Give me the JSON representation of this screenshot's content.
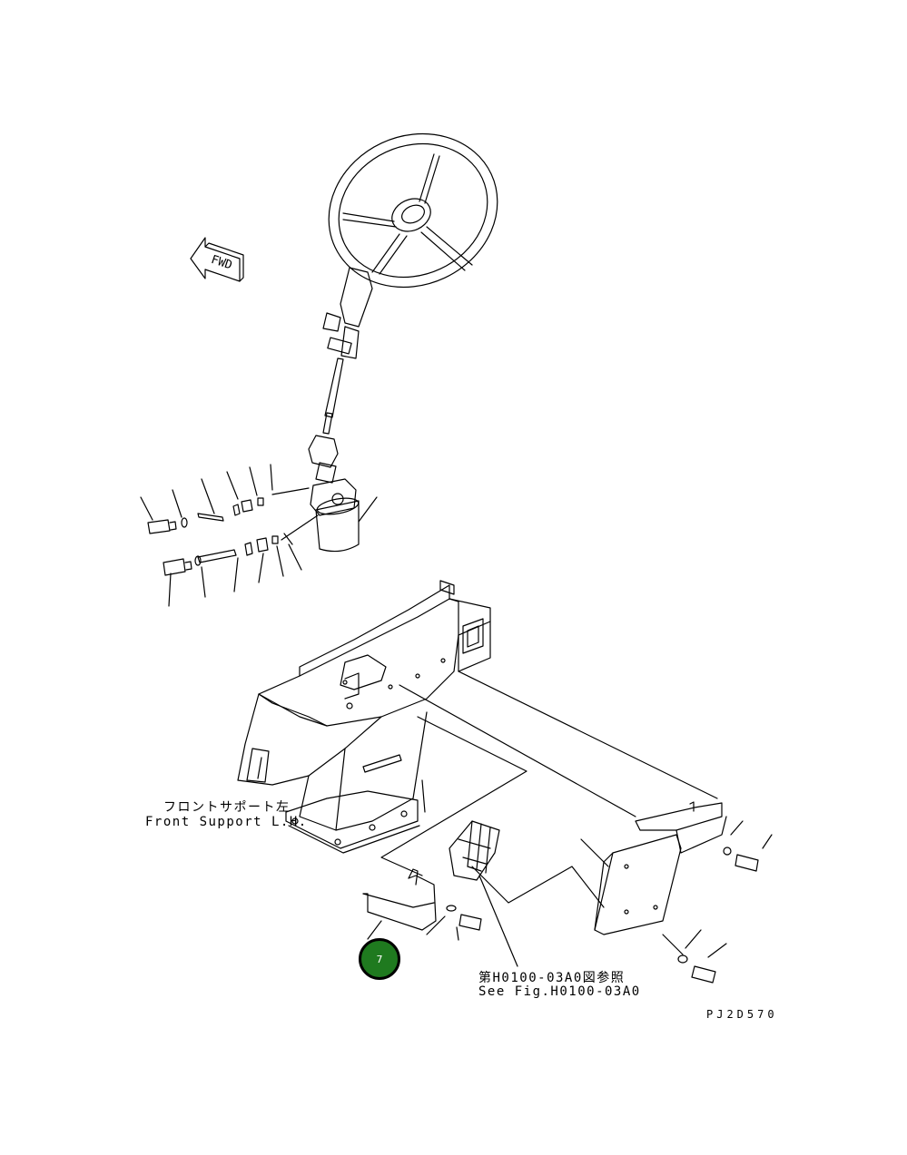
{
  "diagram": {
    "labels": {
      "front_support_jp": "フロントサポート左",
      "front_support_en": "Front Support L.H.",
      "see_fig_jp": "第H0100-03A0図参照",
      "see_fig_en": "See Fig.H0100-03A0",
      "drawing_code": "PJ2D570",
      "fwd": "FWD"
    },
    "callout": {
      "number": "7",
      "color": "#1f7a1f"
    }
  }
}
